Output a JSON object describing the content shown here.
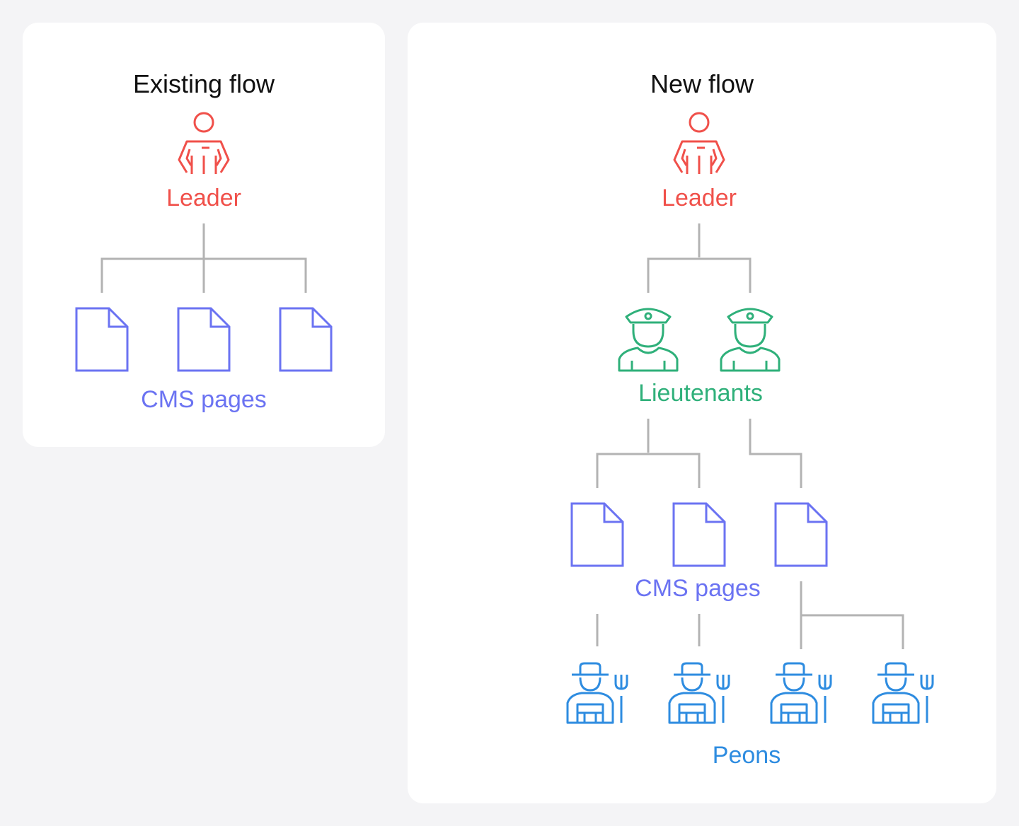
{
  "colors": {
    "leader": "#f0504a",
    "lieutenant": "#2fb07a",
    "page": "#6b73f2",
    "peon": "#2e8ce0",
    "connector": "#b3b3b3",
    "panel": "#ffffff",
    "background": "#f4f4f6"
  },
  "icons": {
    "leader": "leader-person-icon",
    "lieutenant": "lieutenant-officer-icon",
    "page": "document-page-icon",
    "peon": "peon-farmer-pitchfork-icon"
  },
  "existing": {
    "title": "Existing flow",
    "leader_label": "Leader",
    "pages_label": "CMS pages",
    "page_count": 3
  },
  "new": {
    "title": "New flow",
    "leader_label": "Leader",
    "lieutenants_label": "Lieutenants",
    "lieutenant_count": 2,
    "pages_label": "CMS pages",
    "page_count": 3,
    "peons_label": "Peons",
    "peon_count": 4
  }
}
